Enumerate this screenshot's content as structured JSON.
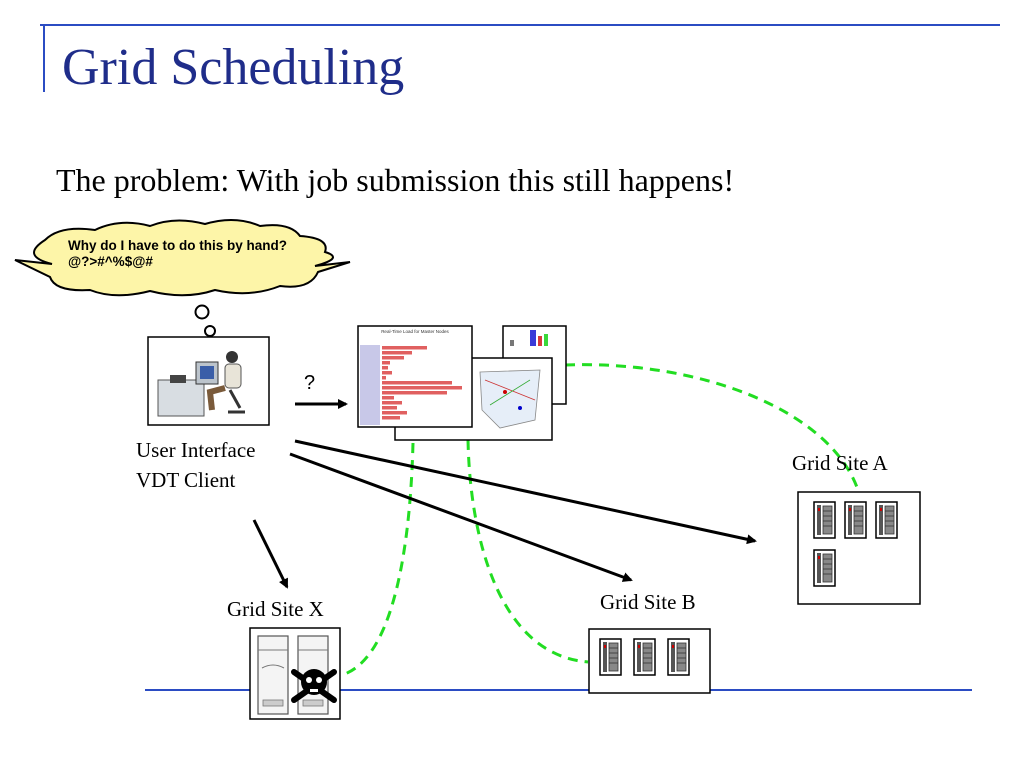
{
  "slide": {
    "title": "Grid Scheduling",
    "subtitle": "The problem: With job submission this still happens!"
  },
  "thought_bubble": {
    "text": "Why do I have to do this by hand?  @?>#^%$@#"
  },
  "user": {
    "label_line1": "User Interface",
    "label_line2": "VDT Client"
  },
  "question_mark": "?",
  "sites": [
    {
      "name": "Grid Site A",
      "servers": 4,
      "status": "ok"
    },
    {
      "name": "Grid Site B",
      "servers": 3,
      "status": "ok"
    },
    {
      "name": "Grid Site X",
      "servers": 2,
      "status": "failed"
    }
  ],
  "monitor_screen": {
    "title": "Real-Time Load for Master Nodes"
  },
  "icons": {
    "user": "person-at-computer-icon",
    "monitoring": "monitoring-charts-icon",
    "server": "server-rack-icon",
    "failure": "skull-crossbones-icon"
  },
  "colors": {
    "title": "#1f2d8a",
    "rule": "#2b4cc3",
    "dashed_link": "#22dd22",
    "bubble_fill": "#fdf5a8"
  }
}
